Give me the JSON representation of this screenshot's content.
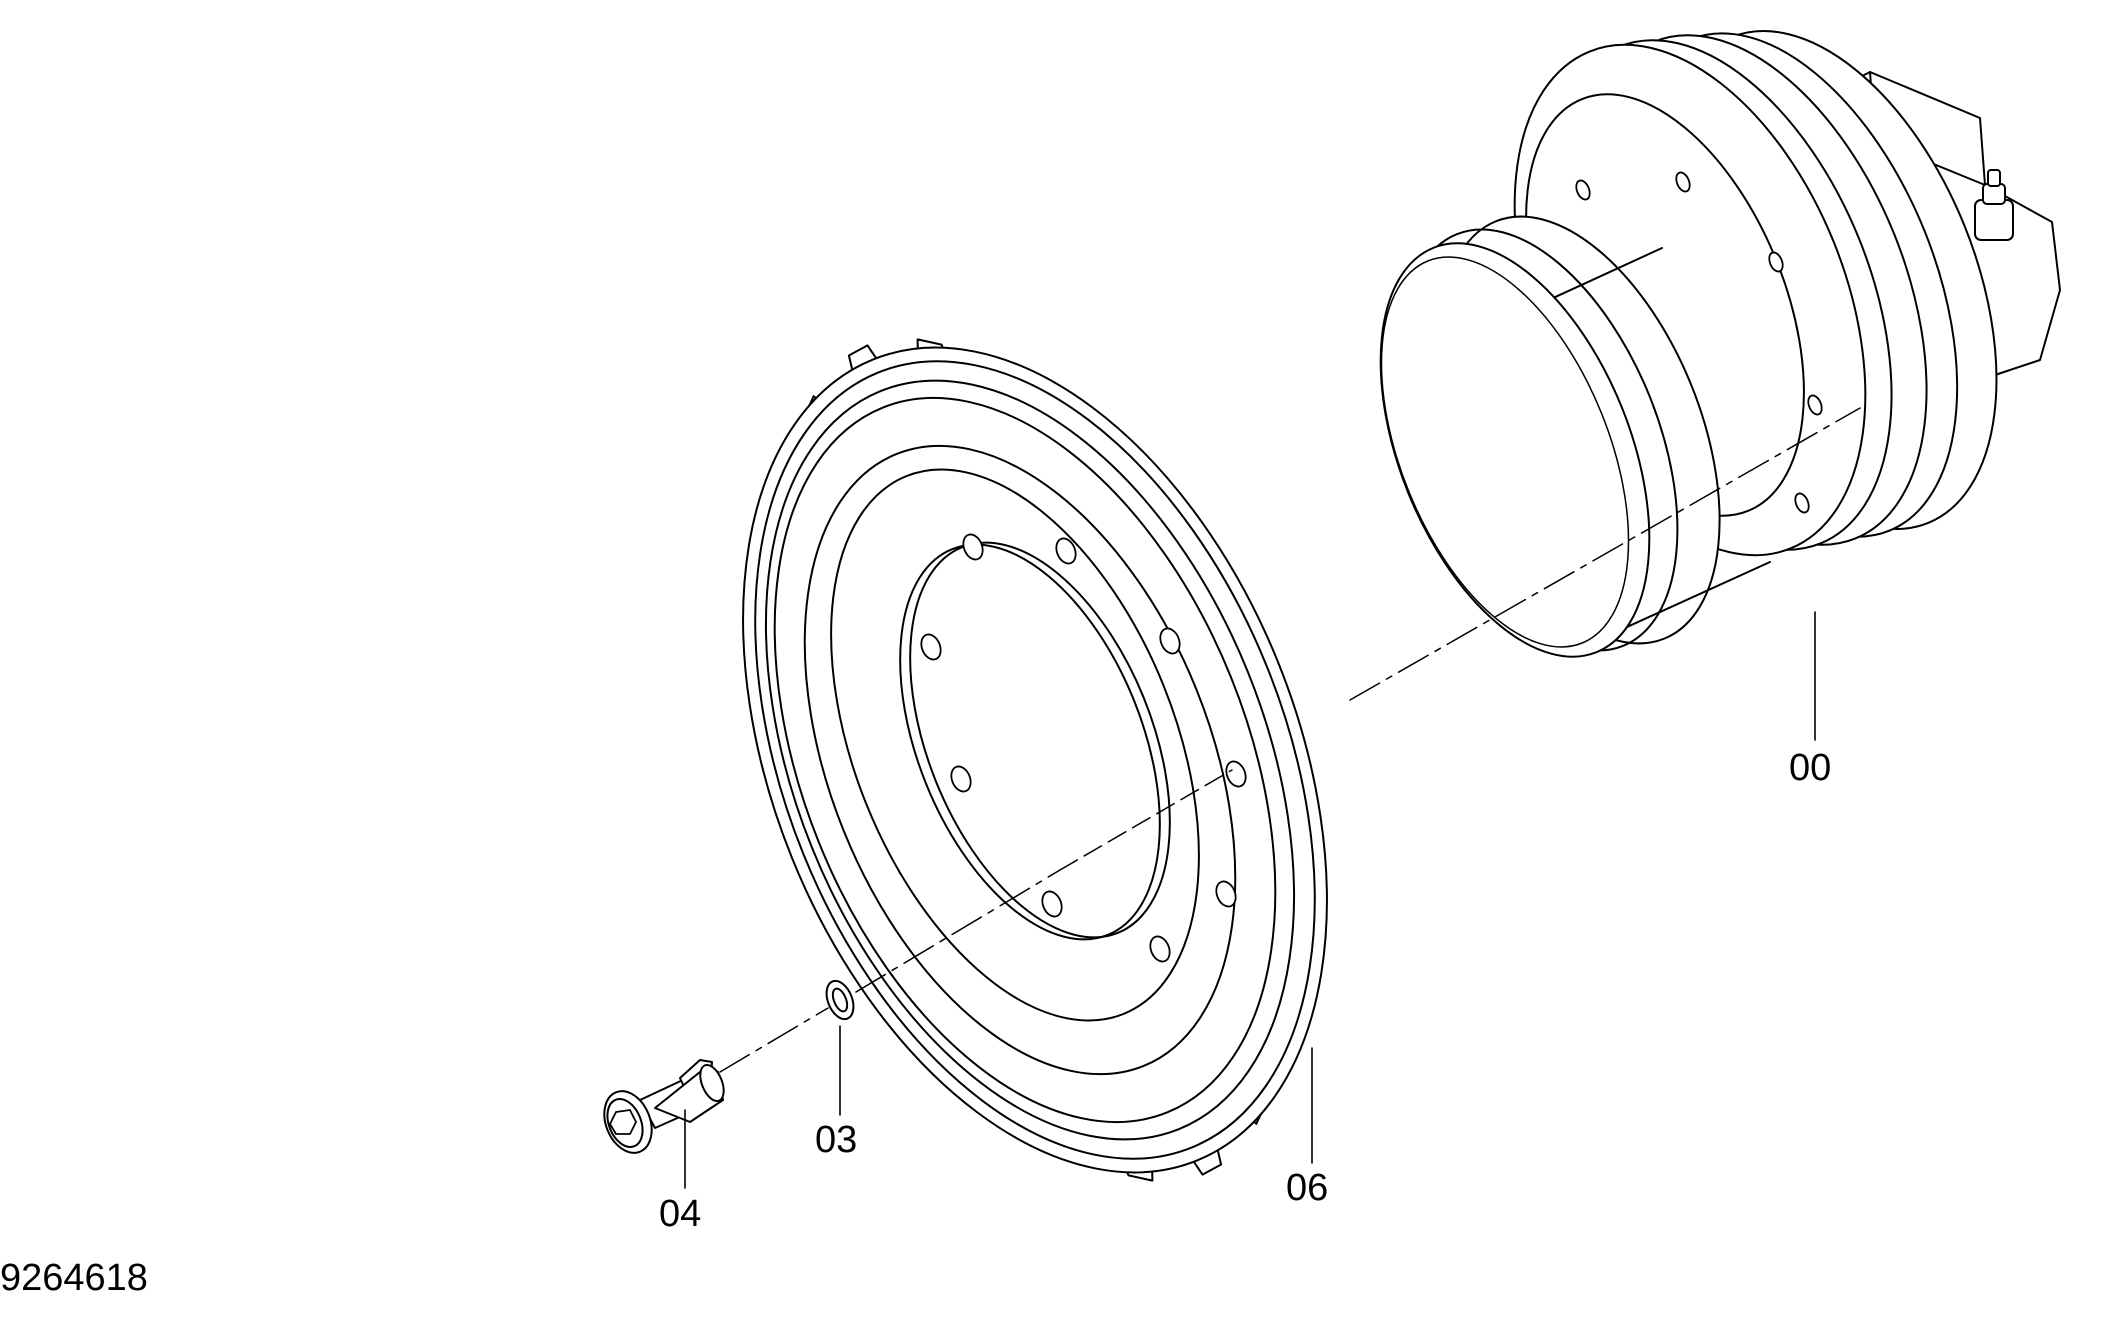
{
  "diagram": {
    "drawing_number": "9264618",
    "callouts": {
      "motor": "00",
      "washer": "03",
      "bolt": "04",
      "sprocket": "06"
    }
  }
}
